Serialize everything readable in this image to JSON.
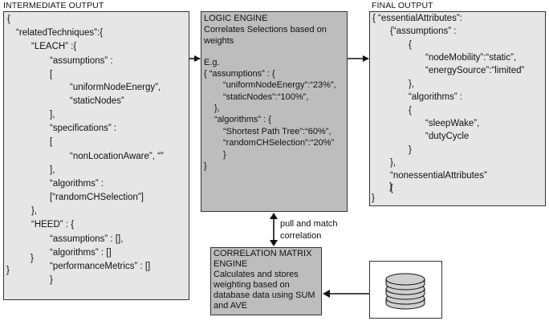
{
  "labels": {
    "intermediate": "INTERMEDIATE OUTPUT",
    "final": "FINAL OUTPUT"
  },
  "intermediate_output": [
    "{",
    "“relatedTechniques”:{",
    "“LEACH” :{",
    "“assumptions” :",
    "[",
    "“uniformNodeEnergy”,",
    "“staticNodes”",
    "],",
    "“specifications” :",
    "[",
    "“nonLocationAware”, “”",
    "],",
    "“algorithms” :",
    "[“randomCHSelection”]",
    "},",
    "“HEED” : {",
    "“assumptions” : [],",
    "“algorithms” : []",
    "“performanceMetrics” : []",
    "}",
    "}",
    "}"
  ],
  "logic_engine": [
    "LOGIC ENGINE",
    "Correlates Selections based on",
    "weights",
    "E.g.",
    "{ “assumptions” :  {",
    "“uniformNodeEnergy”:“23%”,",
    "“staticNodes”:“100%”,",
    "},",
    "“algorithms” :   {",
    "“Shortest Path Tree”:“60%”,",
    "“randomCHSelection”:“20%”",
    "}",
    "}"
  ],
  "final_output": [
    "{ “essentialAttributes”:",
    "{“assumptions” :",
    "{",
    "“nodeMobility”:“static”,",
    "“energySource”:“limited”",
    "},",
    "“algorithms” :",
    "{",
    "“sleepWake”,",
    "“dutyCycle",
    "}",
    "},",
    "“nonessentialAttributes”",
    "{",
    "}",
    "}"
  ],
  "correlation_matrix": [
    "CORRELATION MATRIX",
    "ENGINE",
    "Calculates and stores",
    "weighting based on",
    "database data using SUM",
    "and AVE"
  ],
  "pull_label": [
    "pull and match",
    "correlation"
  ],
  "database_icon": "database-icon",
  "colors": {
    "light_panel": "#e6e6e6",
    "dark_panel": "#bdbdbd",
    "stroke": "#111111"
  }
}
